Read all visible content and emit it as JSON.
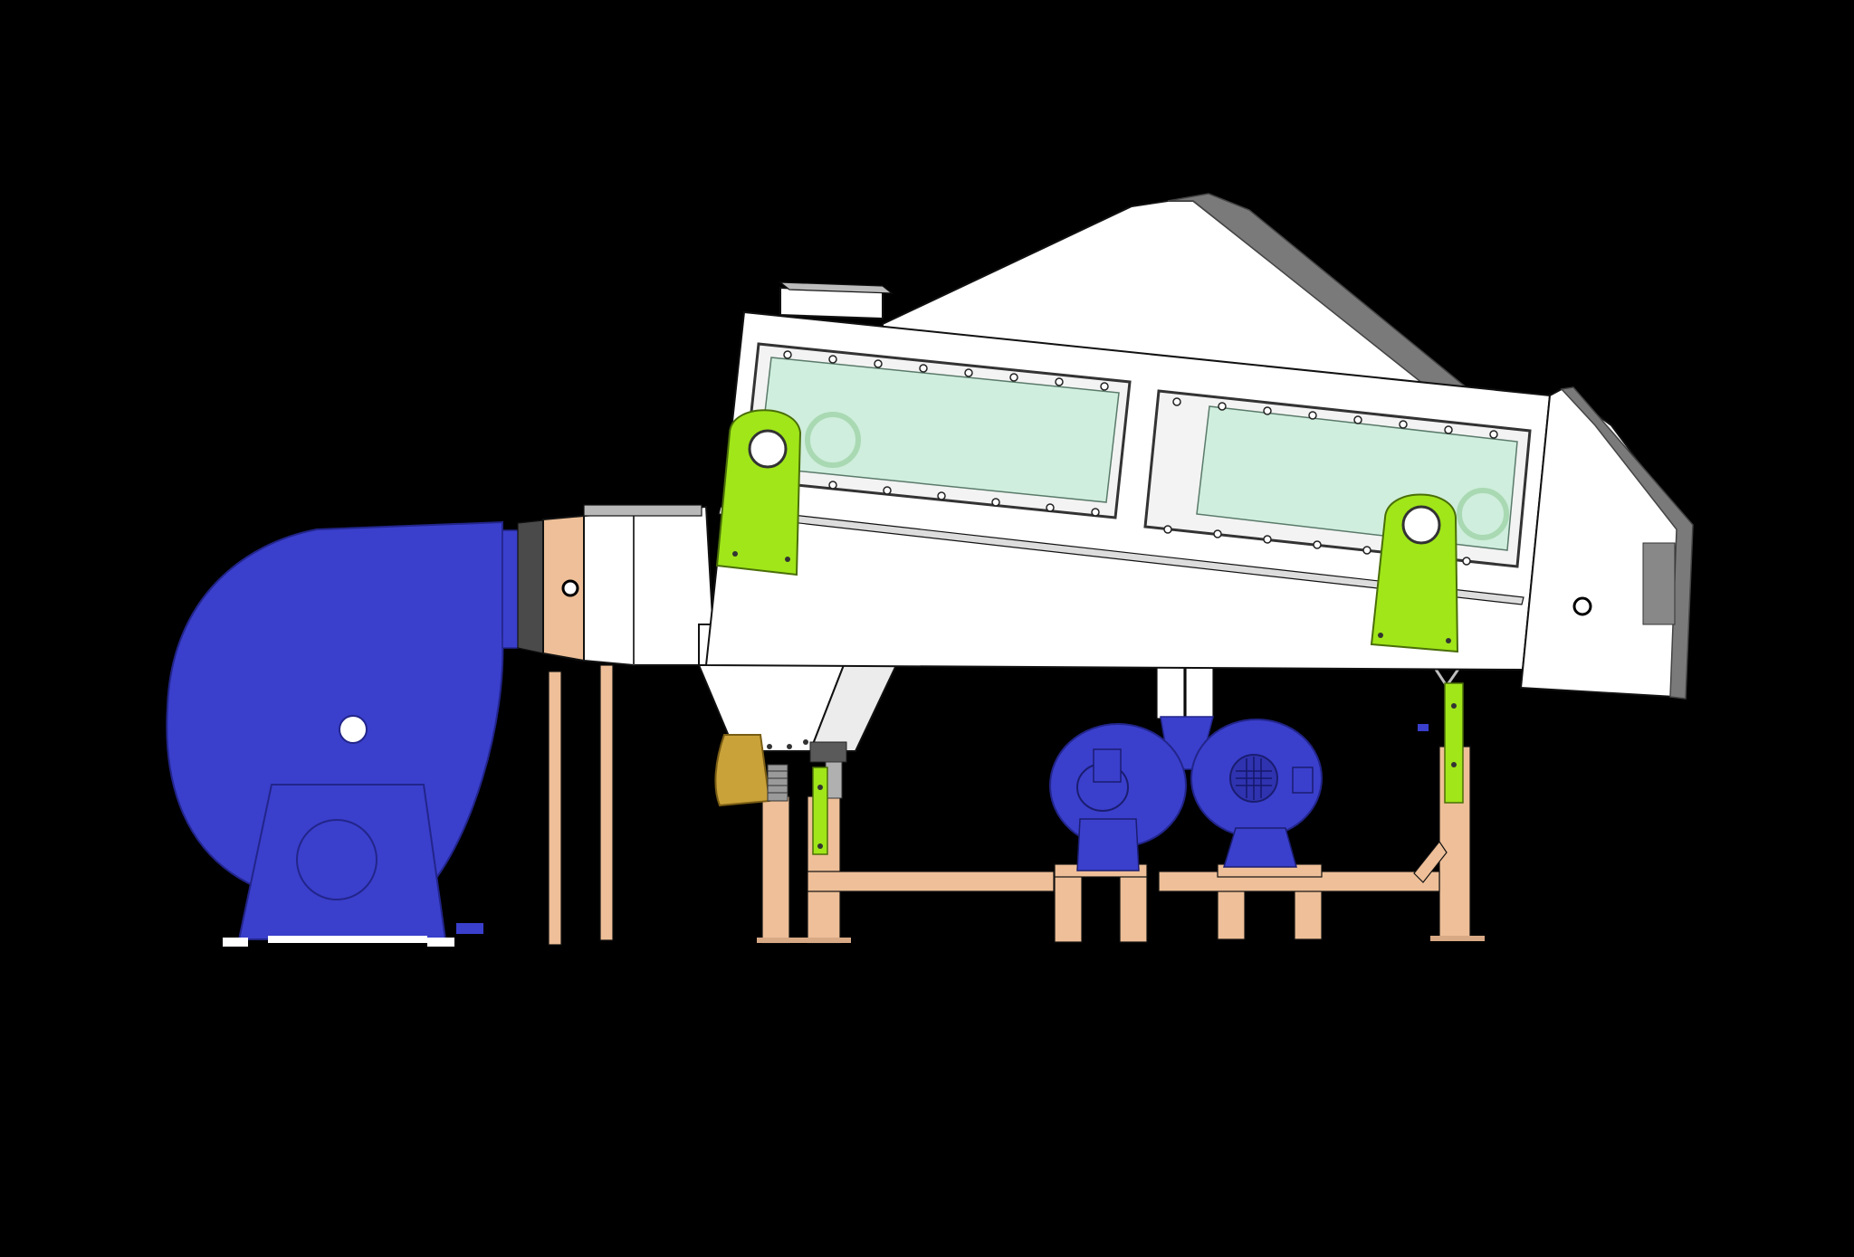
{
  "colors": {
    "background": "#000000",
    "blower_blue": "#3a3fcc",
    "body_white": "#ffffff",
    "shade_gray": "#7a7a7a",
    "window_green": "#cfeedd",
    "bracket_lime": "#a0e619",
    "frame_tan": "#eebf98",
    "brass": "#c9a23a"
  },
  "components": [
    "centrifugal-blower",
    "inclined-drying-chamber",
    "inspection-windows",
    "lifting-lugs",
    "discharge-hopper",
    "twin-motor-fans",
    "support-frame"
  ]
}
